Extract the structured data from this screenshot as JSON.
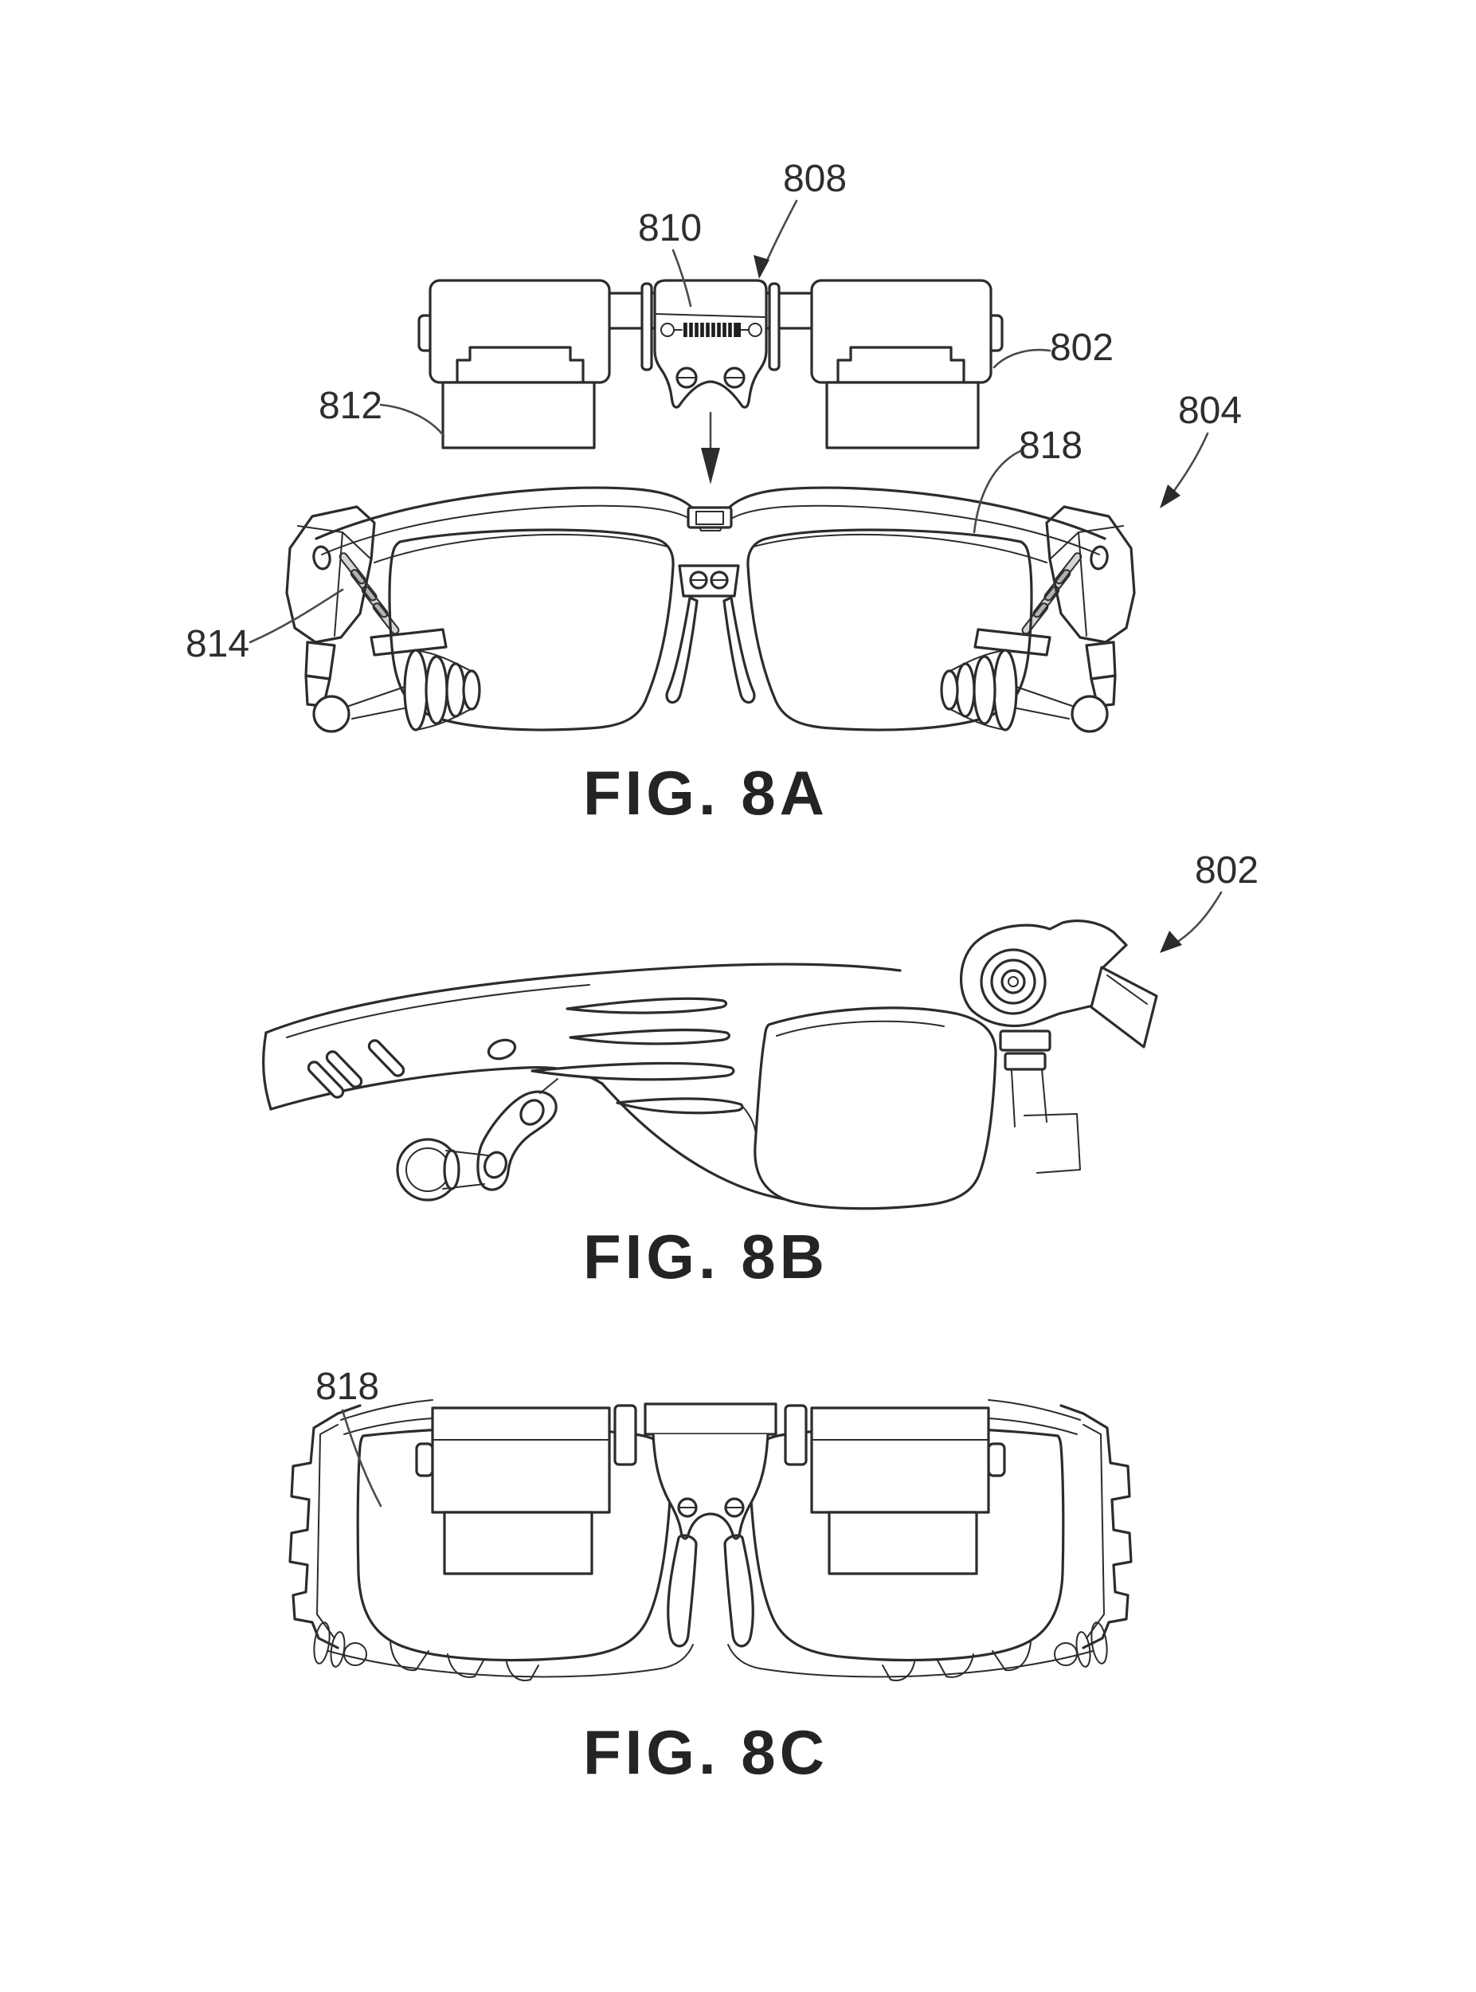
{
  "palette": {
    "background": "#ffffff",
    "ink": "#2c2c2c"
  },
  "figures": [
    {
      "name": "fig-8a",
      "caption": "FIG. 8A",
      "labels": [
        {
          "ref": "808"
        },
        {
          "ref": "810"
        },
        {
          "ref": "812"
        },
        {
          "ref": "802"
        },
        {
          "ref": "804"
        },
        {
          "ref": "818"
        },
        {
          "ref": "814"
        }
      ]
    },
    {
      "name": "fig-8b",
      "caption": "FIG. 8B",
      "labels": [
        {
          "ref": "802"
        }
      ]
    },
    {
      "name": "fig-8c",
      "caption": "FIG. 8C",
      "labels": [
        {
          "ref": "818"
        }
      ]
    }
  ]
}
